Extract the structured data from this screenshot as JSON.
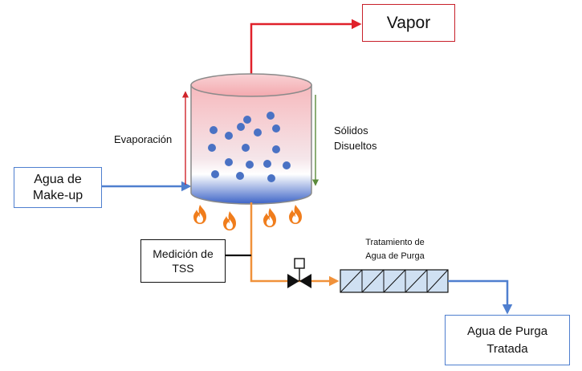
{
  "colors": {
    "vapor": "#e0202a",
    "makeup": "#4f7fcf",
    "purge": "#f0913a",
    "treated": "#4f7fcf",
    "tank_top": "#f6b9bd",
    "tank_bottom": "#3d64c7",
    "particle": "#4a72c4",
    "flame": "#f07d1c",
    "evaporation_arrow": "#d0242a",
    "solids_arrow": "#5a8a3a",
    "box_red": "#c8202a",
    "box_blue": "#4f7fcf"
  },
  "labels": {
    "vapor": "Vapor",
    "evaporation": "Evaporación",
    "solids_line1": "Sólidos",
    "solids_line2": "Disueltos",
    "makeup_line1": "Agua de",
    "makeup_line2": "Make-up",
    "tss_line1": "Medición de",
    "tss_line2": "TSS",
    "treatment_line1": "Tratamiento de",
    "treatment_line2": "Agua de Purga",
    "treated_line1": "Agua de Purga",
    "treated_line2": "Tratada"
  }
}
